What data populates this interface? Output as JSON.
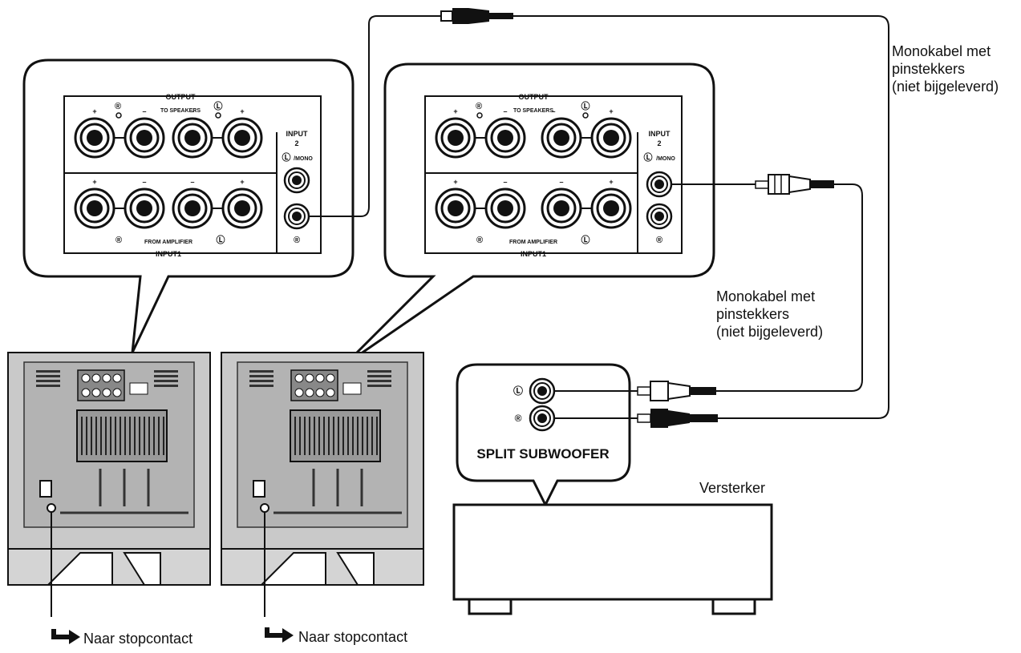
{
  "labels": {
    "mono_cable_top": [
      "Monokabel met",
      "pinstekkers",
      "(niet bijgeleverd)"
    ],
    "mono_cable_mid": [
      "Monokabel met",
      "pinstekkers",
      "(niet bijgeleverd)"
    ],
    "amplifier": "Versterker",
    "split_subwoofer": "SPLIT SUBWOOFER",
    "power_outlet_left": "Naar stopcontact",
    "power_outlet_right": "Naar stopcontact"
  },
  "panel": {
    "output": "OUTPUT",
    "to_speakers": "TO SPEAKERS",
    "input2": "INPUT",
    "input2_num": "2",
    "l_mono": "/MONO",
    "from_amplifier": "FROM AMPLIFIER",
    "input1": "INPUT1",
    "plus": "+",
    "minus": "–",
    "r_mark": "®",
    "l_mark": "Ⓛ"
  },
  "colors": {
    "stroke": "#111111",
    "subwoofer_body": "#c9c9c9",
    "subwoofer_panel": "#b3b3b3",
    "subwoofer_base": "#d4d4d4"
  }
}
